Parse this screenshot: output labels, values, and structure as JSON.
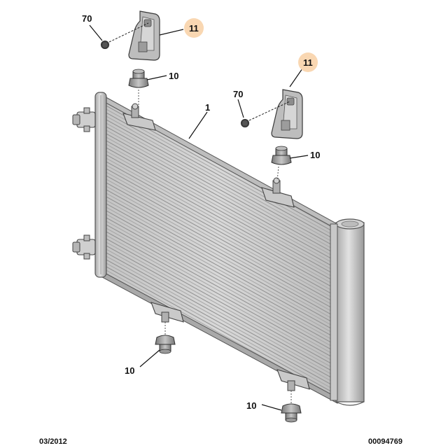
{
  "callouts": {
    "bolt_top_left": "70",
    "bracket_top_left": "11",
    "grommet_top_left": "10",
    "condenser": "1",
    "bolt_top_right": "70",
    "bracket_top_right": "11",
    "grommet_top_right": "10",
    "grommet_bottom_left": "10",
    "grommet_bottom_right": "10"
  },
  "footer": {
    "date": "03/2012",
    "reference": "00094769"
  },
  "colors": {
    "highlight_circle": "#f9d7b2",
    "part_light": "#d9d9d9",
    "part_mid": "#b8b8b8",
    "part_dark": "#8a8a8a"
  }
}
